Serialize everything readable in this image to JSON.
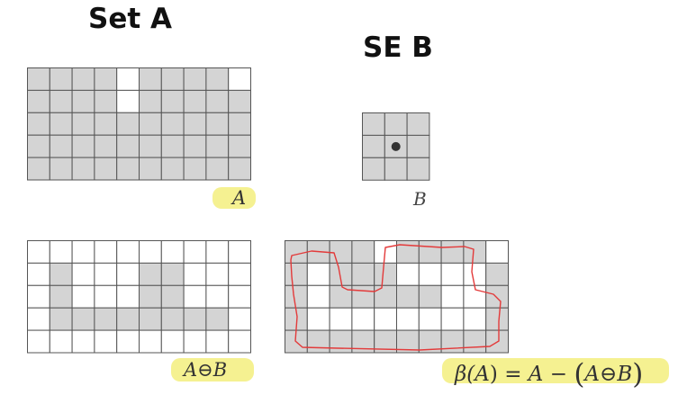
{
  "title_a": "Set A",
  "title_b": "SE B",
  "colors": {
    "fill": "#d4d4d4",
    "empty": "#ffffff",
    "line": "#555555",
    "annotation": "#e33a3a",
    "highlight": "#f3ee7e"
  },
  "set_a": {
    "caption": "A",
    "rows": [
      "1111011110",
      "1111011111",
      "1111111111",
      "1111111111",
      "1111111111"
    ]
  },
  "se_b": {
    "caption": "B",
    "rows": [
      "111",
      "111",
      "111"
    ],
    "origin": [
      1,
      1
    ]
  },
  "erosion": {
    "caption_parts": [
      "A",
      "⊖",
      "B"
    ],
    "rows": [
      "0000000000",
      "0100011000",
      "0100011000",
      "0111111110",
      "0000000000"
    ]
  },
  "boundary": {
    "caption_parts": [
      "β(",
      "A",
      ") = ",
      "A",
      " − ",
      "(",
      "A",
      "⊖",
      "B",
      ")"
    ],
    "rows": [
      "1111011110",
      "1011100001",
      "1011111001",
      "1000000001",
      "1111111111"
    ]
  }
}
